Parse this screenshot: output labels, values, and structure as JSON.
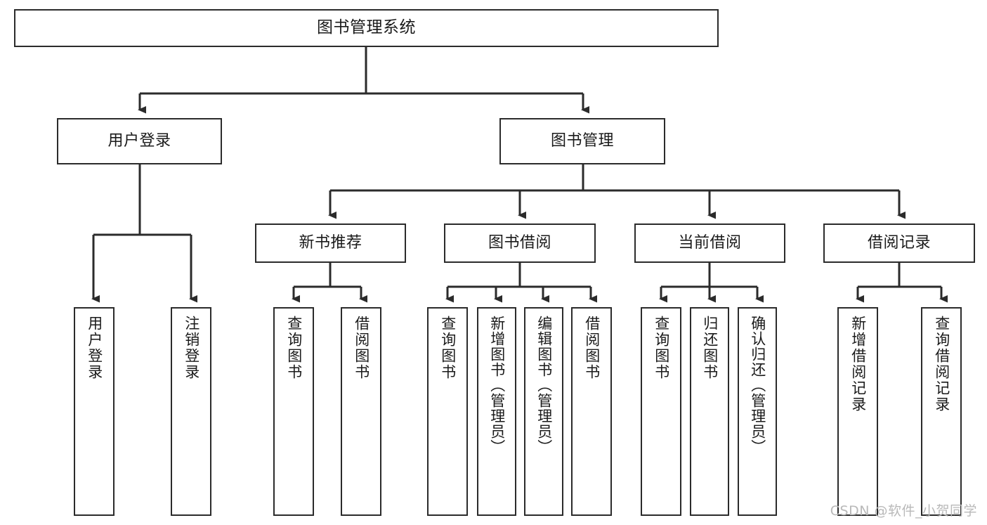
{
  "diagram": {
    "type": "tree",
    "title": "图书管理系统",
    "root": {
      "label": "图书管理系统"
    },
    "level2": [
      {
        "label": "用户登录"
      },
      {
        "label": "图书管理"
      }
    ],
    "level3": [
      {
        "label": "新书推荐"
      },
      {
        "label": "图书借阅"
      },
      {
        "label": "当前借阅"
      },
      {
        "label": "借阅记录"
      }
    ],
    "leaves": {
      "user_login": [
        {
          "label": "用户登录"
        },
        {
          "label": "注销登录"
        }
      ],
      "new_book_recommend": [
        {
          "label": "查询图书"
        },
        {
          "label": "借阅图书"
        }
      ],
      "book_borrow": [
        {
          "label": "查询图书"
        },
        {
          "label": "新增图书（管理员）"
        },
        {
          "label": "编辑图书（管理员）"
        },
        {
          "label": "借阅图书"
        }
      ],
      "current_borrow": [
        {
          "label": "查询图书"
        },
        {
          "label": "归还图书"
        },
        {
          "label": "确认归还（管理员）"
        }
      ],
      "borrow_record": [
        {
          "label": "新增借阅记录"
        },
        {
          "label": "查询借阅记录"
        }
      ]
    }
  },
  "watermark": {
    "text": "CSDN @软件_小贺同学"
  },
  "colors": {
    "box_border": "#2b2b2b",
    "box_fill": "#ffffff",
    "text": "#1a1a1a",
    "link": "#2b2b2b",
    "watermark": "#b9b9b9",
    "background": "#ffffff"
  }
}
